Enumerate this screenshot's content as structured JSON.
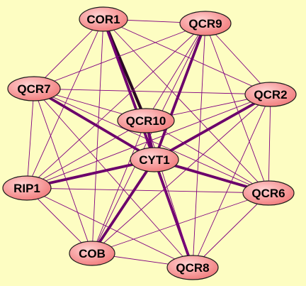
{
  "colors": {
    "background": "#fdfdc2",
    "edge": "#800080",
    "edge_strong": "#6b006b",
    "edge_darkest": "#2a0a22",
    "node_fill_light": "#ffd2d2",
    "node_fill_dark": "#f07474",
    "node_stroke": "#1a1a1a",
    "label": "#000000"
  },
  "nodes": [
    {
      "id": "COR1",
      "label": "COR1"
    },
    {
      "id": "QCR9",
      "label": "QCR9"
    },
    {
      "id": "QCR7",
      "label": "QCR7"
    },
    {
      "id": "QCR2",
      "label": "QCR2"
    },
    {
      "id": "QCR10",
      "label": "QCR10"
    },
    {
      "id": "CYT1",
      "label": "CYT1"
    },
    {
      "id": "RIP1",
      "label": "RIP1"
    },
    {
      "id": "QCR6",
      "label": "QCR6"
    },
    {
      "id": "COB",
      "label": "COB"
    },
    {
      "id": "QCR8",
      "label": "QCR8"
    }
  ],
  "edges": [
    {
      "source": "COR1",
      "target": "QCR10",
      "weight": 3
    },
    {
      "source": "CYT1",
      "target": "QCR9",
      "weight": 2
    },
    {
      "source": "CYT1",
      "target": "QCR7",
      "weight": 2
    },
    {
      "source": "CYT1",
      "target": "QCR2",
      "weight": 2
    },
    {
      "source": "CYT1",
      "target": "RIP1",
      "weight": 2
    },
    {
      "source": "CYT1",
      "target": "QCR6",
      "weight": 2
    },
    {
      "source": "CYT1",
      "target": "COB",
      "weight": 2
    },
    {
      "source": "CYT1",
      "target": "QCR8",
      "weight": 2
    },
    {
      "source": "CYT1",
      "target": "QCR10",
      "weight": 2
    },
    {
      "source": "CYT1",
      "target": "COR1",
      "weight": 2
    },
    {
      "source": "COR1",
      "target": "QCR9",
      "weight": 1
    },
    {
      "source": "COR1",
      "target": "QCR7",
      "weight": 1
    },
    {
      "source": "COR1",
      "target": "QCR2",
      "weight": 1
    },
    {
      "source": "COR1",
      "target": "RIP1",
      "weight": 1
    },
    {
      "source": "COR1",
      "target": "QCR6",
      "weight": 1
    },
    {
      "source": "COR1",
      "target": "COB",
      "weight": 1
    },
    {
      "source": "COR1",
      "target": "QCR8",
      "weight": 1
    },
    {
      "source": "QCR9",
      "target": "QCR7",
      "weight": 1
    },
    {
      "source": "QCR9",
      "target": "QCR2",
      "weight": 1
    },
    {
      "source": "QCR9",
      "target": "QCR10",
      "weight": 1
    },
    {
      "source": "QCR9",
      "target": "RIP1",
      "weight": 1
    },
    {
      "source": "QCR9",
      "target": "QCR6",
      "weight": 1
    },
    {
      "source": "QCR9",
      "target": "COB",
      "weight": 1
    },
    {
      "source": "QCR9",
      "target": "QCR8",
      "weight": 1
    },
    {
      "source": "QCR7",
      "target": "QCR2",
      "weight": 1
    },
    {
      "source": "QCR7",
      "target": "QCR10",
      "weight": 1
    },
    {
      "source": "QCR7",
      "target": "RIP1",
      "weight": 1
    },
    {
      "source": "QCR7",
      "target": "QCR6",
      "weight": 1
    },
    {
      "source": "QCR7",
      "target": "COB",
      "weight": 1
    },
    {
      "source": "QCR7",
      "target": "QCR8",
      "weight": 1
    },
    {
      "source": "QCR2",
      "target": "QCR10",
      "weight": 1
    },
    {
      "source": "QCR2",
      "target": "RIP1",
      "weight": 1
    },
    {
      "source": "QCR2",
      "target": "QCR6",
      "weight": 1
    },
    {
      "source": "QCR2",
      "target": "COB",
      "weight": 1
    },
    {
      "source": "QCR2",
      "target": "QCR8",
      "weight": 1
    },
    {
      "source": "QCR10",
      "target": "RIP1",
      "weight": 1
    },
    {
      "source": "QCR10",
      "target": "QCR6",
      "weight": 1
    },
    {
      "source": "QCR10",
      "target": "COB",
      "weight": 1
    },
    {
      "source": "QCR10",
      "target": "QCR8",
      "weight": 1
    },
    {
      "source": "RIP1",
      "target": "QCR6",
      "weight": 1
    },
    {
      "source": "RIP1",
      "target": "COB",
      "weight": 1
    },
    {
      "source": "RIP1",
      "target": "QCR8",
      "weight": 1
    },
    {
      "source": "QCR6",
      "target": "COB",
      "weight": 1
    },
    {
      "source": "QCR6",
      "target": "QCR8",
      "weight": 1
    },
    {
      "source": "COB",
      "target": "QCR8",
      "weight": 1
    }
  ]
}
